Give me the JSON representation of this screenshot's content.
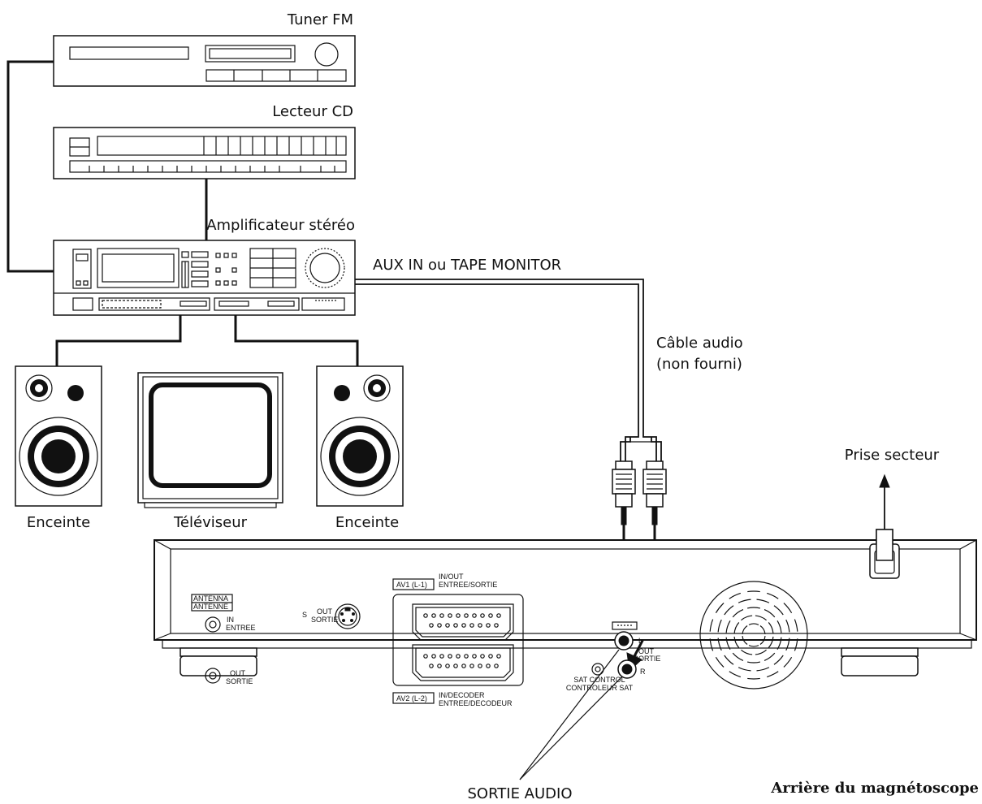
{
  "labels": {
    "tuner": "Tuner FM",
    "cd": "Lecteur CD",
    "amp": "Amplificateur stéréo",
    "aux": "AUX IN ou TAPE MONITOR",
    "cable_line1": "Câble audio",
    "cable_line2": "(non fourni)",
    "speaker_left": "Enceinte",
    "tv": "Téléviseur",
    "speaker_right": "Enceinte",
    "mains": "Prise secteur",
    "vcr_rear": "Arrière du magnétoscope",
    "audio_out": "SORTIE AUDIO"
  },
  "vcr_panel": {
    "antenna_1": "ANTENNA",
    "antenna_2": "ANTENNE",
    "in_1": "IN",
    "in_2": "ENTREE",
    "out_1": "OUT",
    "out_2": "SORTIE",
    "s_label": "S",
    "s_out_1": "OUT",
    "s_out_2": "SORTIE",
    "av1_box": "AV1 (L-1)",
    "av1_1": "IN/OUT",
    "av1_2": "ENTREE/SORTIE",
    "av2_box": "AV2 (L-2)",
    "av2_1": "IN/DECODER",
    "av2_2": "ENTREE/DECODEUR",
    "sat_1": "SAT CONTROL",
    "sat_2": "CONTROLEUR SAT",
    "audio_l": "L",
    "audio_r": "R",
    "audio_out_1": "OUT",
    "audio_out_2": "SORTIE"
  }
}
